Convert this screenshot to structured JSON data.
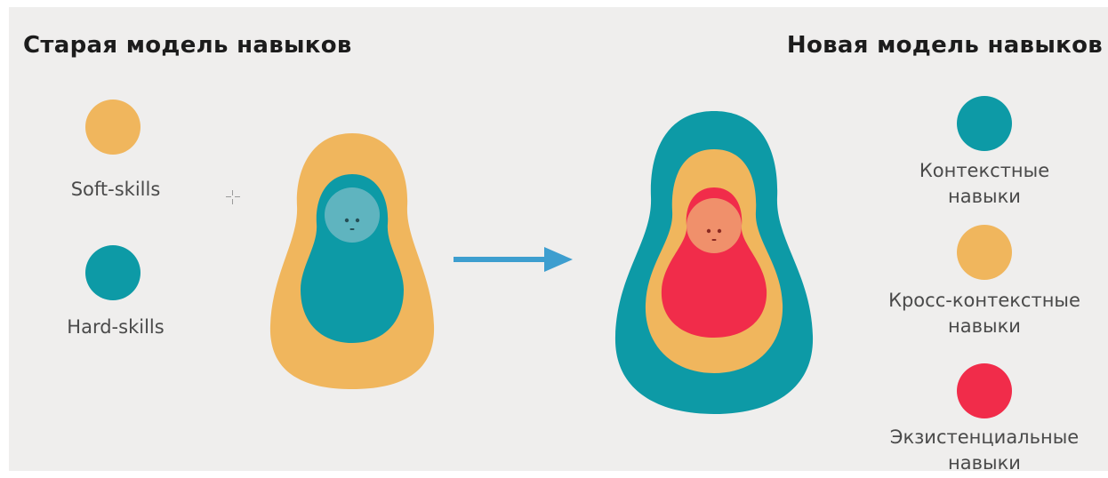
{
  "colors": {
    "orange": "#f0b65d",
    "teal": "#0d9aa6",
    "red": "#f12c4a",
    "arrow": "#3d9ecf",
    "face_on_teal": "#5fb4bf",
    "face_on_red": "#f0906b"
  },
  "old_model": {
    "title": "Старая модель навыков",
    "legend": [
      {
        "label": "Soft-skills",
        "color": "#f0b65d"
      },
      {
        "label": "Hard-skills",
        "color": "#0d9aa6"
      }
    ]
  },
  "new_model": {
    "title": "Новая модель навыков",
    "legend": [
      {
        "line1": "Контекстные",
        "line2": "навыки",
        "color": "#0d9aa6"
      },
      {
        "line1": "Кросс-контекстные",
        "line2": "навыки",
        "color": "#f0b65d"
      },
      {
        "line1": "Экзистенциальные",
        "line2": "навыки",
        "color": "#f12c4a"
      }
    ]
  }
}
